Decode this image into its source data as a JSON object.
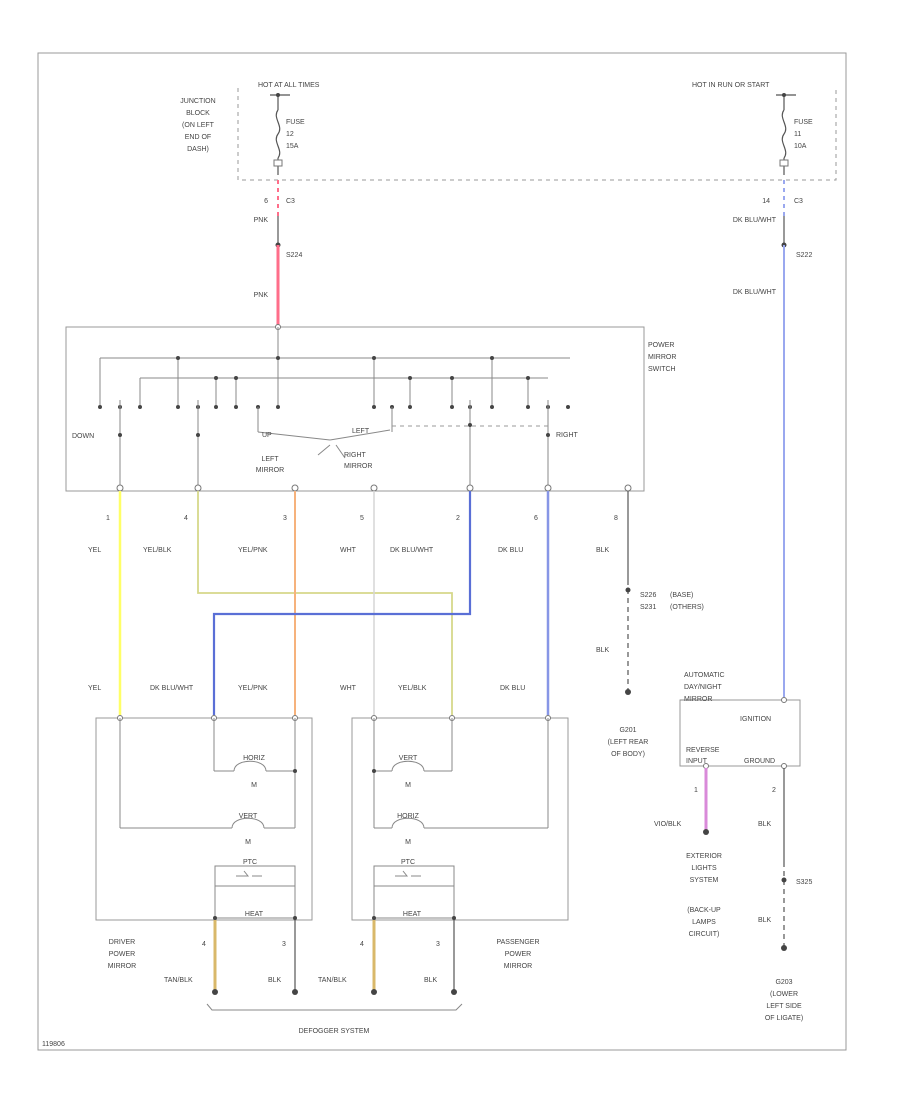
{
  "power": {
    "hot_left": "HOT AT ALL TIMES",
    "hot_right": "HOT IN RUN OR START",
    "junction_block": [
      "JUNCTION",
      "BLOCK",
      "(ON LEFT",
      "END OF",
      "DASH)"
    ],
    "fuse_left": [
      "FUSE",
      "12",
      "15A"
    ],
    "fuse_right": [
      "FUSE",
      "11",
      "10A"
    ],
    "pin_left": "6",
    "pin_right": "14",
    "conn_left": "C3",
    "conn_right": "C3",
    "wire_left_top": "PNK",
    "splice_left": "S224",
    "wire_left_bottom": "PNK",
    "wire_right_top": "DK BLU/WHT",
    "splice_right": "S222",
    "wire_right_bottom": "DK BLU/WHT"
  },
  "switch": {
    "title": [
      "POWER",
      "MIRROR",
      "SWITCH"
    ],
    "down": "DOWN",
    "up": "UP",
    "left": "LEFT",
    "right": "RIGHT",
    "left_mirror": [
      "LEFT",
      "MIRROR"
    ],
    "right_mirror": [
      "RIGHT",
      "MIRROR"
    ]
  },
  "outputs": [
    {
      "pin": "1",
      "wire": "YEL"
    },
    {
      "pin": "4",
      "wire": "YEL/BLK"
    },
    {
      "pin": "3",
      "wire": "YEL/PNK"
    },
    {
      "pin": "5",
      "wire": "WHT"
    },
    {
      "pin": "2",
      "wire": "DK BLU/WHT"
    },
    {
      "pin": "6",
      "wire": "DK BLU"
    },
    {
      "pin": "8",
      "wire": "BLK"
    }
  ],
  "ground": {
    "splices": [
      "S226",
      "S231"
    ],
    "notes": [
      "(BASE)",
      "(OTHERS)"
    ],
    "wire": "BLK",
    "point": [
      "G201",
      "(LEFT REAR",
      "OF BODY)"
    ]
  },
  "mirror_inputs": [
    "YEL",
    "DK BLU/WHT",
    "YEL/PNK",
    "WHT",
    "YEL/BLK",
    "DK BLU"
  ],
  "driver_mirror": {
    "label": [
      "DRIVER",
      "POWER",
      "MIRROR"
    ],
    "motor1": "HORIZ",
    "motor2": "VERT",
    "motor_symbol": "M",
    "ptc": "PTC",
    "heat": "HEAT",
    "pins": [
      "4",
      "3"
    ],
    "wires": [
      "TAN/BLK",
      "BLK"
    ]
  },
  "passenger_mirror": {
    "label": [
      "PASSENGER",
      "POWER",
      "MIRROR"
    ],
    "motor1": "VERT",
    "motor2": "HORIZ",
    "motor_symbol": "M",
    "ptc": "PTC",
    "heat": "HEAT",
    "pins": [
      "4",
      "3"
    ],
    "wires": [
      "TAN/BLK",
      "BLK"
    ]
  },
  "defogger": "DEFOGGER SYSTEM",
  "aux": {
    "label": [
      "AUTOMATIC",
      "DAY/NIGHT",
      "MIRROR"
    ],
    "ignition": "IGNITION",
    "reverse": [
      "REVERSE",
      "INPUT"
    ],
    "ground_label": "GROUND",
    "pin_rev": "1",
    "pin_gnd": "2",
    "wire_rev": "VIO/BLK",
    "wire_gnd_top": "BLK",
    "splice": "S325",
    "wire_gnd_bottom": "BLK",
    "ext_lights": [
      "EXTERIOR",
      "LIGHTS",
      "SYSTEM",
      "(BACK-UP",
      "LAMPS",
      "CIRCUIT)"
    ],
    "ground_point": [
      "G203",
      "(LOWER",
      "LEFT SIDE",
      "OF LIGATE)"
    ]
  },
  "footer_code": "119806",
  "colors": {
    "pnk": "#ff6e8a",
    "blue": "#9aa8ef",
    "yellow": "#ffff66",
    "yel_blk": "#d6d88a",
    "yel_pnk": "#f6b27c",
    "wht": "#d5d5d5",
    "dk_blu_wht": "#5a6fd6",
    "dk_blu": "#8796e6",
    "tan": "#d9b86a",
    "violet": "#d98ad9",
    "line": "#555555"
  }
}
